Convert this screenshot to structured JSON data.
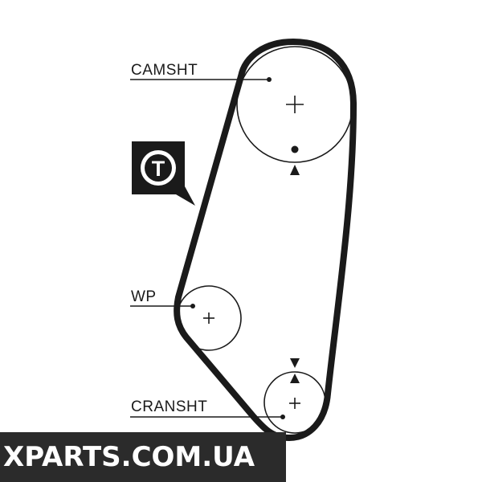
{
  "labels": {
    "camshaft": "CAMSHT",
    "water_pump": "WP",
    "crankshaft": "CRANSHT"
  },
  "tensioner_badge": {
    "letter": "T",
    "icon": "tensioner-callout-icon"
  },
  "watermark": {
    "text": "XPARTS.COM.UA"
  },
  "colors": {
    "belt": "#1a1a1a",
    "line": "#1a1a1a",
    "badge_fill": "#1a1a1a",
    "badge_letter": "#ffffff",
    "watermark_band": "#2b2b2b",
    "watermark_text": "#ffffff"
  }
}
